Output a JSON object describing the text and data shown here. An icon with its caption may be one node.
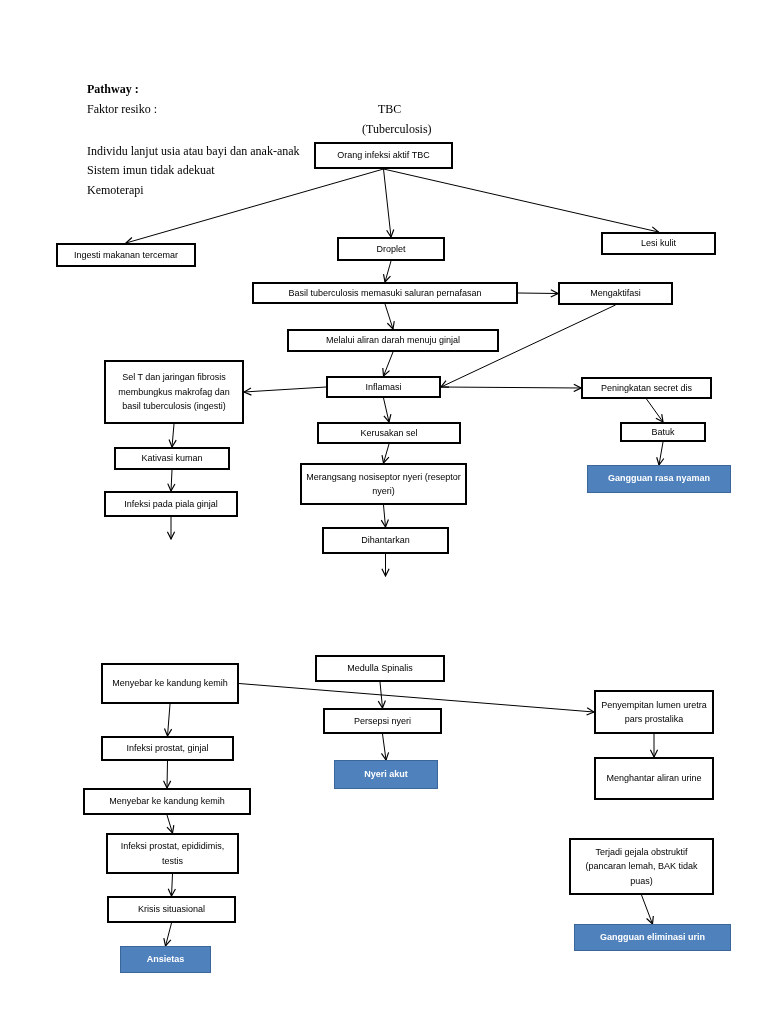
{
  "diagram": {
    "title": "Pathway :",
    "nodes": [
      {
        "text": [
          "Orang infeksi aktif TBC"
        ]
      },
      {
        "text": [
          "Ingesti makanan tercemar"
        ]
      },
      {
        "text": [
          "Droplet"
        ]
      },
      {
        "text": [
          "Lesi kulit"
        ]
      },
      {
        "text": [
          "Basil tuberculosis memasuki saluran pernafasan"
        ]
      },
      {
        "text": [
          "Mengaktifasi"
        ]
      },
      {
        "text": [
          "Melalui aliran darah menuju ginjal"
        ]
      },
      {
        "text": [
          "Sel T dan jaringan fibrosis membungkus makrofag dan basil tuberculosis (ingesti)"
        ]
      },
      {
        "text": [
          "Inflamasi"
        ]
      },
      {
        "text": [
          "Peningkatan secret dis"
        ]
      },
      {
        "text": [
          "Kerusakan sel"
        ]
      },
      {
        "text": [
          "Batuk"
        ]
      },
      {
        "text": [
          "Gangguan rasa nyaman"
        ]
      },
      {
        "text": [
          "Kativasi kuman"
        ]
      },
      {
        "text": [
          "Merangsang nosiseptor nyeri (reseptor nyeri)"
        ]
      },
      {
        "text": [
          "Infeksi pada piala ginjal"
        ]
      },
      {
        "text": [
          "Dihantarkan"
        ]
      },
      {
        "text": [
          "Menyebar ke kandung kemih"
        ]
      },
      {
        "text": [
          "Medulla Spinalis"
        ]
      },
      {
        "text": [
          "Persepsi nyeri"
        ]
      },
      {
        "text": [
          "Penyempitan lumen uretra pars prostalika"
        ]
      },
      {
        "text": [
          "Infeksi prostat, ginjal"
        ]
      },
      {
        "text": [
          "Nyeri akut"
        ]
      },
      {
        "text": [
          "Menghantar aliran urine"
        ]
      },
      {
        "text": [
          "Menyebar ke kandung kemih"
        ]
      },
      {
        "text": [
          "Infeksi prostat, epididimis, testis"
        ]
      },
      {
        "text": [
          "Terjadi gejala obstruktif (pancaran lemah, BAK tidak puas)"
        ]
      },
      {
        "text": [
          "Krisis situasional"
        ]
      },
      {
        "text": [
          "Gangguan eliminasi urin"
        ]
      },
      {
        "text": [
          "Ansietas"
        ]
      }
    ],
    "edges": [
      {
        "from": 0,
        "to": 1,
        "arrow": "to"
      },
      {
        "from": 0,
        "to": 2,
        "arrow": "to"
      },
      {
        "from": 0,
        "to": 3,
        "arrow": "to"
      },
      {
        "from": 2,
        "to": 4,
        "arrow": "to"
      },
      {
        "from": 4,
        "to": 5,
        "arrow": "to"
      },
      {
        "from": 4,
        "to": 6,
        "arrow": "to"
      },
      {
        "from": 5,
        "to": 8,
        "arrow": "to"
      },
      {
        "from": 6,
        "to": 8,
        "arrow": "to"
      },
      {
        "from": 8,
        "to": 7,
        "arrow": "to"
      },
      {
        "from": 8,
        "to": 9,
        "arrow": "to"
      },
      {
        "from": 8,
        "to": 10,
        "arrow": "to"
      },
      {
        "from": 9,
        "to": 11,
        "arrow": "to"
      },
      {
        "from": 11,
        "to": 12,
        "arrow": "to"
      },
      {
        "from": 7,
        "to": 13,
        "arrow": "to"
      },
      {
        "from": 13,
        "to": 15,
        "arrow": "to"
      },
      {
        "from": 10,
        "to": 14,
        "arrow": "to"
      },
      {
        "from": 14,
        "to": 16,
        "arrow": "to"
      },
      {
        "from": 15,
        "to": null,
        "arrow": "to"
      },
      {
        "from": 16,
        "to": null,
        "arrow": "to"
      },
      {
        "from": 17,
        "to": 20,
        "arrow": "to"
      },
      {
        "from": 17,
        "to": 21,
        "arrow": "to"
      },
      {
        "from": 18,
        "to": 19,
        "arrow": "to"
      },
      {
        "from": 19,
        "to": 22,
        "arrow": "to"
      },
      {
        "from": 20,
        "to": 23,
        "arrow": "to"
      },
      {
        "from": 21,
        "to": 24,
        "arrow": "to"
      },
      {
        "from": 24,
        "to": 25,
        "arrow": "to"
      },
      {
        "from": 25,
        "to": 27,
        "arrow": "to"
      },
      {
        "from": 27,
        "to": 29,
        "arrow": "to"
      },
      {
        "from": 26,
        "to": 28,
        "arrow": "to"
      }
    ],
    "labels": [
      "Faktor resiko :",
      "TBC",
      "(Tuberculosis)",
      "Individu lanjut usia atau bayi dan anak-anak",
      "Sistem imun tidak adekuat",
      "Kemoterapi"
    ]
  }
}
